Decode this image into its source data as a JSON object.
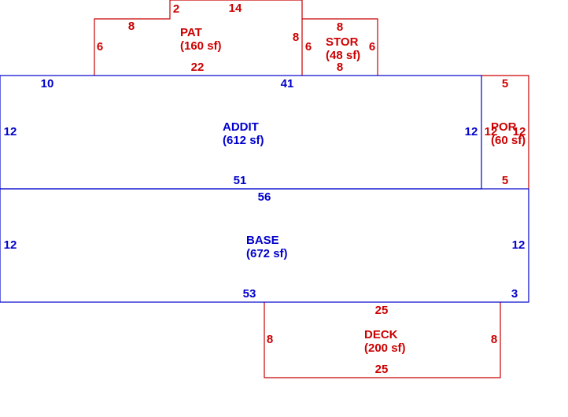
{
  "colors": {
    "red": "#cc0000",
    "blue": "#0000cc"
  },
  "areas": {
    "pat": {
      "name": "PAT",
      "area": "(160 sf)",
      "dims": {
        "top_left": "8",
        "notch": "2",
        "top_right": "14",
        "left": "6",
        "right": "8",
        "bottom": "22"
      }
    },
    "stor": {
      "name": "STOR",
      "area": "(48 sf)",
      "dims": {
        "top": "8",
        "left": "6",
        "right": "6",
        "bottom": "8"
      }
    },
    "addit": {
      "name": "ADDIT",
      "area": "(612 sf)",
      "dims": {
        "top_left": "10",
        "top": "41",
        "left": "12",
        "right": "12",
        "bottom": "51"
      }
    },
    "por": {
      "name": "POR",
      "area": "(60 sf)",
      "dims": {
        "top": "5",
        "left": "12",
        "right": "12",
        "bottom": "5"
      }
    },
    "base": {
      "name": "BASE",
      "area": "(672 sf)",
      "dims": {
        "top": "56",
        "left": "12",
        "right": "12",
        "bottom": "53",
        "bottom_right": "3"
      }
    },
    "deck": {
      "name": "DECK",
      "area": "(200 sf)",
      "dims": {
        "top": "25",
        "left": "8",
        "right": "8",
        "bottom": "25"
      }
    }
  }
}
